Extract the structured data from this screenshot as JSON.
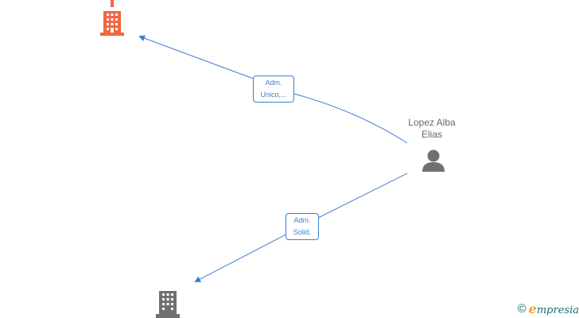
{
  "colors": {
    "edge": "#3d7fd4",
    "company_highlight": "#f26640",
    "company": "#707070",
    "person": "#707070"
  },
  "nodes": {
    "company_top": {
      "icon": "building-icon",
      "label": ""
    },
    "company_bottom": {
      "icon": "building-icon",
      "label": ""
    },
    "person": {
      "icon": "person-icon",
      "name_line1": "Lopez Alba",
      "name_line2": "Elias"
    }
  },
  "edges": [
    {
      "line1": "Adm.",
      "line2": "Unico,..."
    },
    {
      "line1": "Adm.",
      "line2": "Solid."
    }
  ],
  "watermark": {
    "copyright": "©",
    "logo_letter": "e",
    "brand": "mpresia"
  }
}
